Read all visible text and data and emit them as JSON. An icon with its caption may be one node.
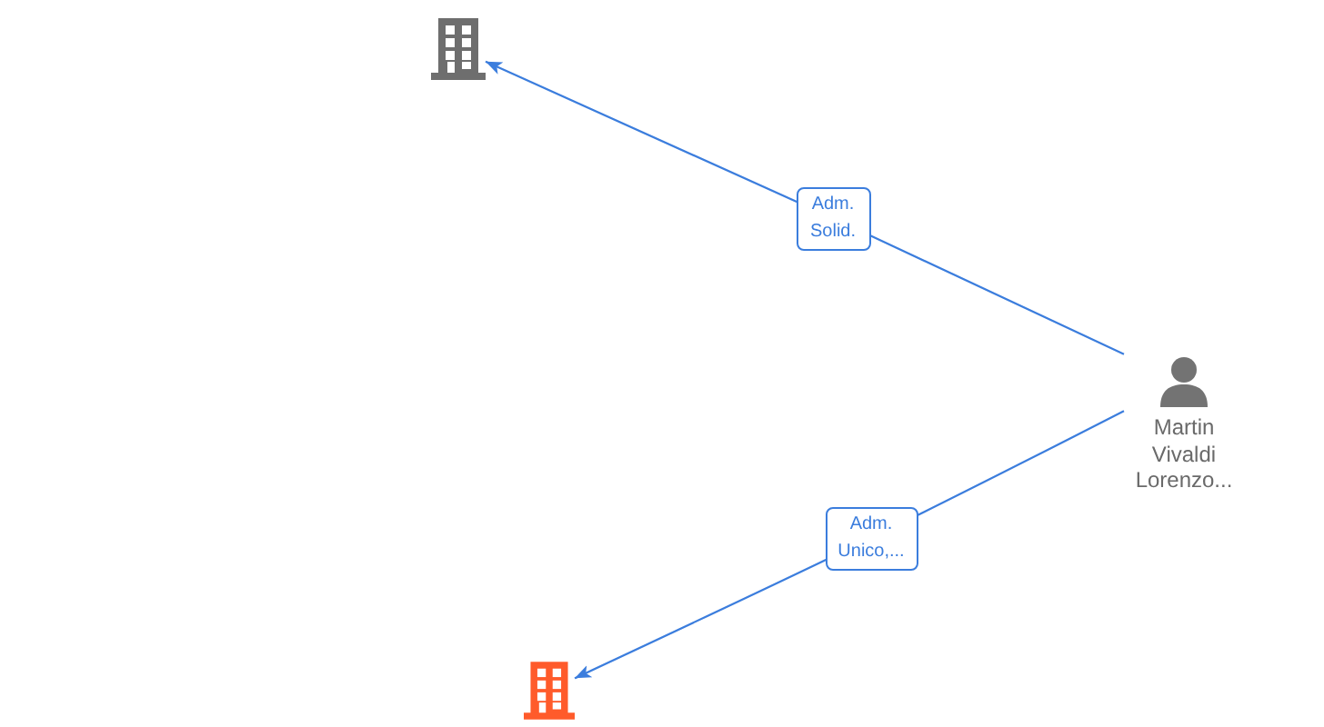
{
  "diagram": {
    "nodes": [
      {
        "text": [],
        "shape": "building"
      },
      {
        "text": [
          "Martin Vivaldi Lorenzo..."
        ]
      },
      {
        "text": [],
        "shape": "building"
      }
    ],
    "edges": [
      {
        "from": 1,
        "to": 0,
        "arrow": "to",
        "label": "Adm. Solid."
      },
      {
        "from": 1,
        "to": 2,
        "arrow": "to",
        "label": "Adm. Unico,..."
      }
    ]
  }
}
